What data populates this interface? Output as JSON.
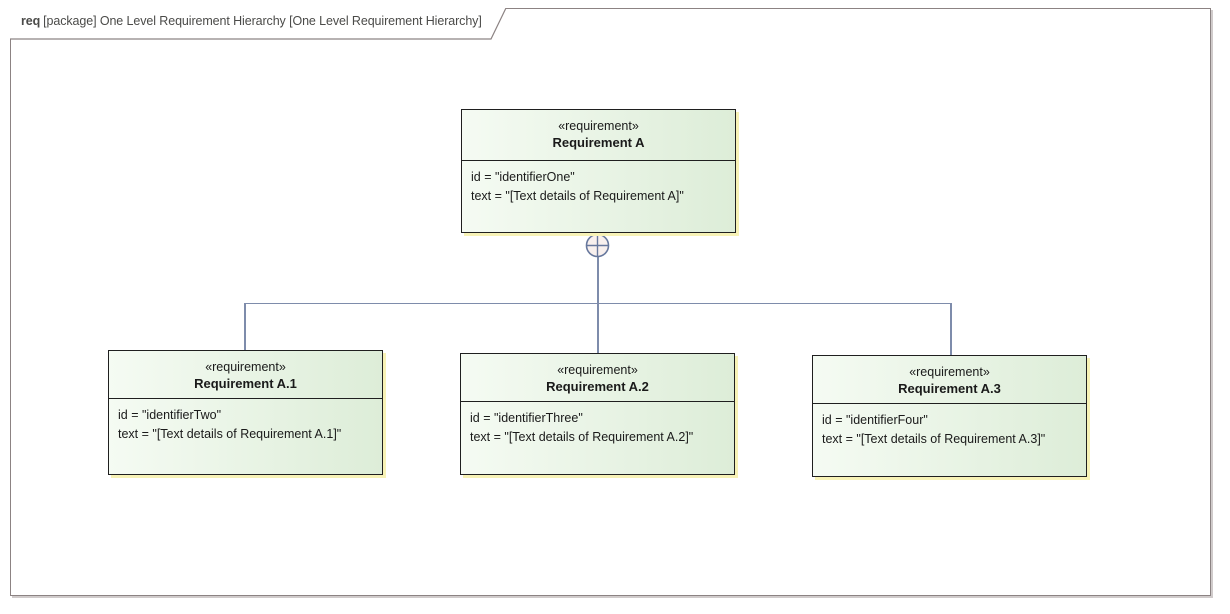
{
  "frame": {
    "keyword": "req",
    "title": "[package] One Level Requirement Hierarchy [One Level Requirement Hierarchy]"
  },
  "nodes": [
    {
      "stereotype": "«requirement»",
      "name": "Requirement A",
      "attributes": [
        "id = \"identifierOne\"",
        "text = \"[Text details of Requirement A]\""
      ]
    },
    {
      "stereotype": "«requirement»",
      "name": "Requirement A.1",
      "attributes": [
        "id = \"identifierTwo\"",
        "text = \"[Text details of Requirement A.1]\""
      ]
    },
    {
      "stereotype": "«requirement»",
      "name": "Requirement A.2",
      "attributes": [
        "id = \"identifierThree\"",
        "text = \"[Text details of Requirement A.2]\""
      ]
    },
    {
      "stereotype": "«requirement»",
      "name": "Requirement A.3",
      "attributes": [
        "id = \"identifierFour\"",
        "text = \"[Text details of Requirement A.3]\""
      ]
    }
  ],
  "connector": {
    "type": "containment",
    "symbol": "crosshair-circle"
  },
  "colors": {
    "node_fill_start": "#f5fbf3",
    "node_fill_end": "#ddedd8",
    "node_border": "#1f1f1f",
    "node_shadow": "#f7f2b6",
    "connector": "#7e8cab",
    "containment_stroke": "#67789d",
    "containment_fill": "#f8f0ee",
    "frame_border": "#8c8383",
    "title_text": "#4b4b49"
  }
}
